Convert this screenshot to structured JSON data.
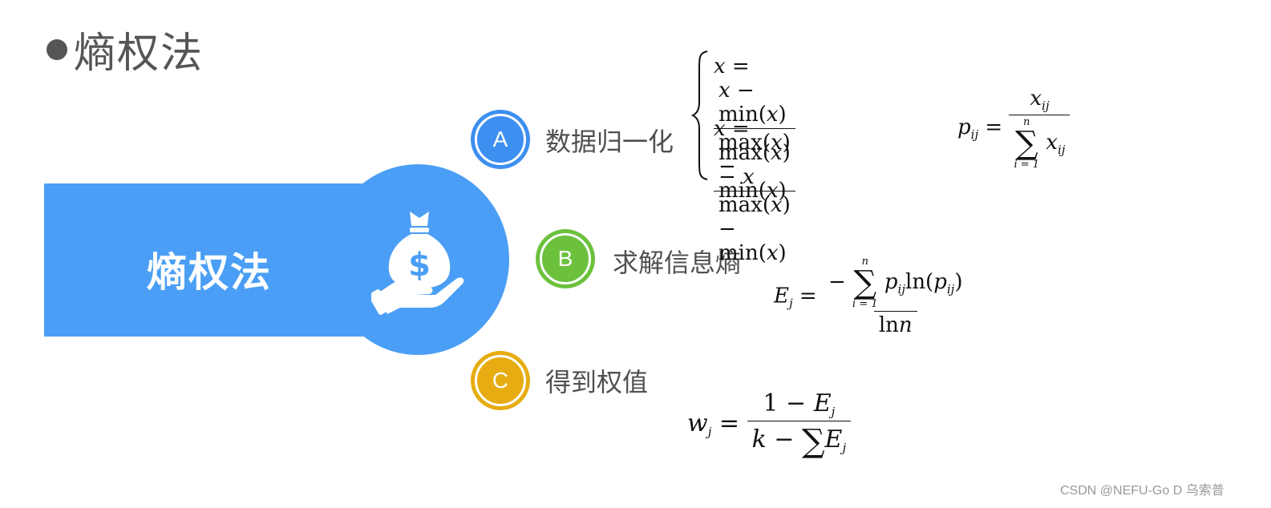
{
  "title": {
    "text": "熵权法"
  },
  "banner": {
    "title": "熵权法",
    "icon": "money-bag-hand-icon",
    "color": "#4a9ef5"
  },
  "steps": [
    {
      "letter": "A",
      "label": "数据归一化",
      "color": "#3d8ff0"
    },
    {
      "letter": "B",
      "label": "求解信息熵",
      "color": "#6cc13c"
    },
    {
      "letter": "C",
      "label": "得到权值",
      "color": "#e6ac12"
    }
  ],
  "formulas": {
    "normalize_1": "x = (x − min(x)) / (max(x) − min(x))",
    "normalize_2": "x = (max(x) − x) / (max(x) − min(x))",
    "proportion": "p_ij = x_ij / Σ_{i=1}^{n} x_ij",
    "entropy": "E_j = −Σ_{i=1}^{n} p_ij ln(p_ij) / ln n",
    "weight": "w_j = (1 − E_j) / (k − Σ E_j)"
  },
  "watermark": "CSDN @NEFU-Go D 乌索普"
}
